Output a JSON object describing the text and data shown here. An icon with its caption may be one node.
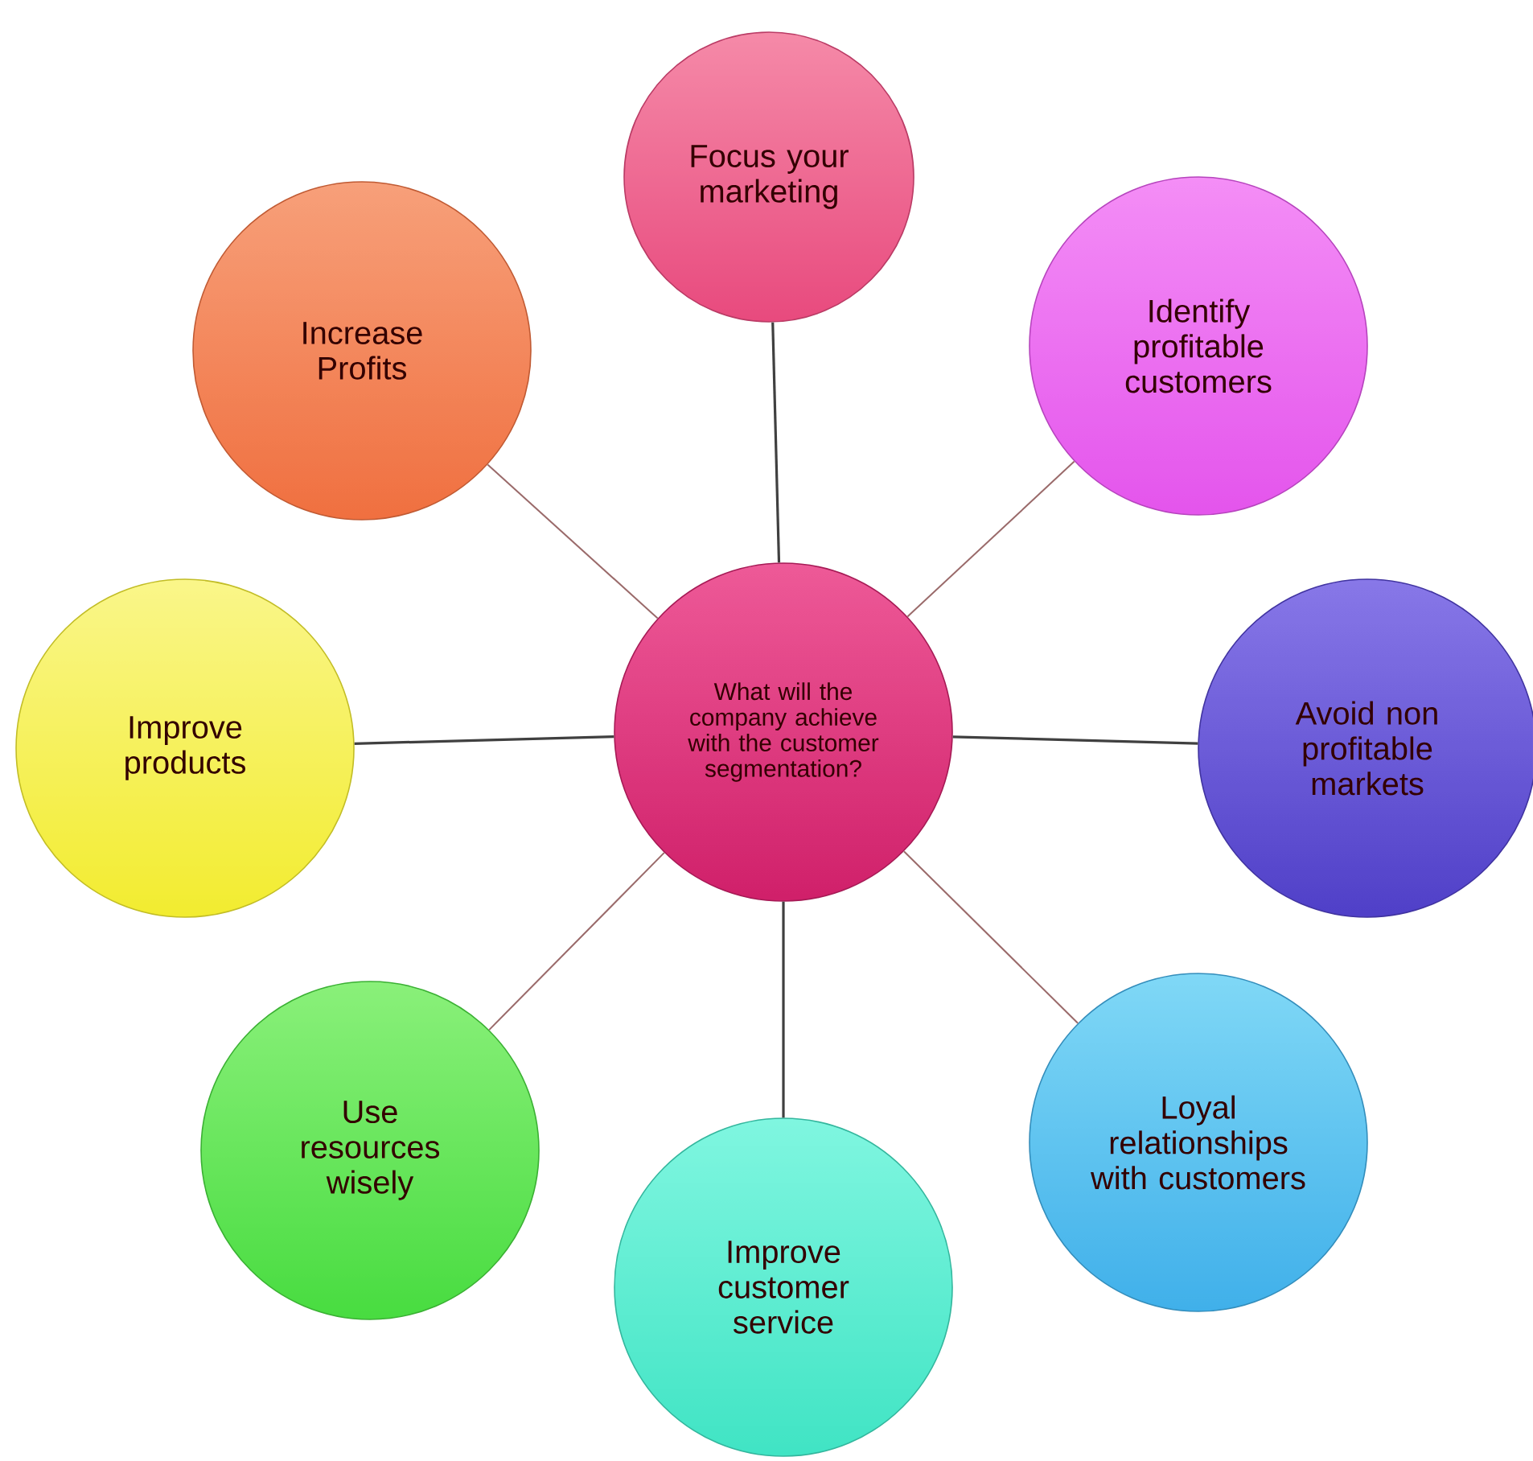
{
  "diagram": {
    "nodes": [
      {
        "text": [
          "Focus your marketing"
        ]
      },
      {
        "text": [
          "Increase Profits"
        ]
      },
      {
        "text": [
          "Identify profitable customers"
        ]
      },
      {
        "text": [
          "What will the company achieve with the customer segmentation?"
        ]
      },
      {
        "text": [
          "Improve products"
        ]
      },
      {
        "text": [
          "Avoid non profitable markets"
        ]
      },
      {
        "text": [
          "Use resources wisely"
        ]
      },
      {
        "text": [
          "Loyal relationships with customers"
        ]
      },
      {
        "text": [
          "Improve customer service"
        ]
      }
    ],
    "edges": [
      {
        "from": 3,
        "to": 0,
        "arrow": "none"
      },
      {
        "from": 3,
        "to": 2,
        "arrow": "none",
        "color": "#9a6a6a"
      },
      {
        "from": 3,
        "to": 5,
        "arrow": "none"
      },
      {
        "from": 3,
        "to": 7,
        "arrow": "none",
        "color": "#9a6a6a"
      },
      {
        "from": 3,
        "to": 8,
        "arrow": "none"
      },
      {
        "from": 3,
        "to": 6,
        "arrow": "none",
        "color": "#9a6a6a"
      },
      {
        "from": 3,
        "to": 4,
        "arrow": "none"
      },
      {
        "from": 3,
        "to": 1,
        "arrow": "none",
        "color": "#9a6a6a"
      }
    ]
  }
}
